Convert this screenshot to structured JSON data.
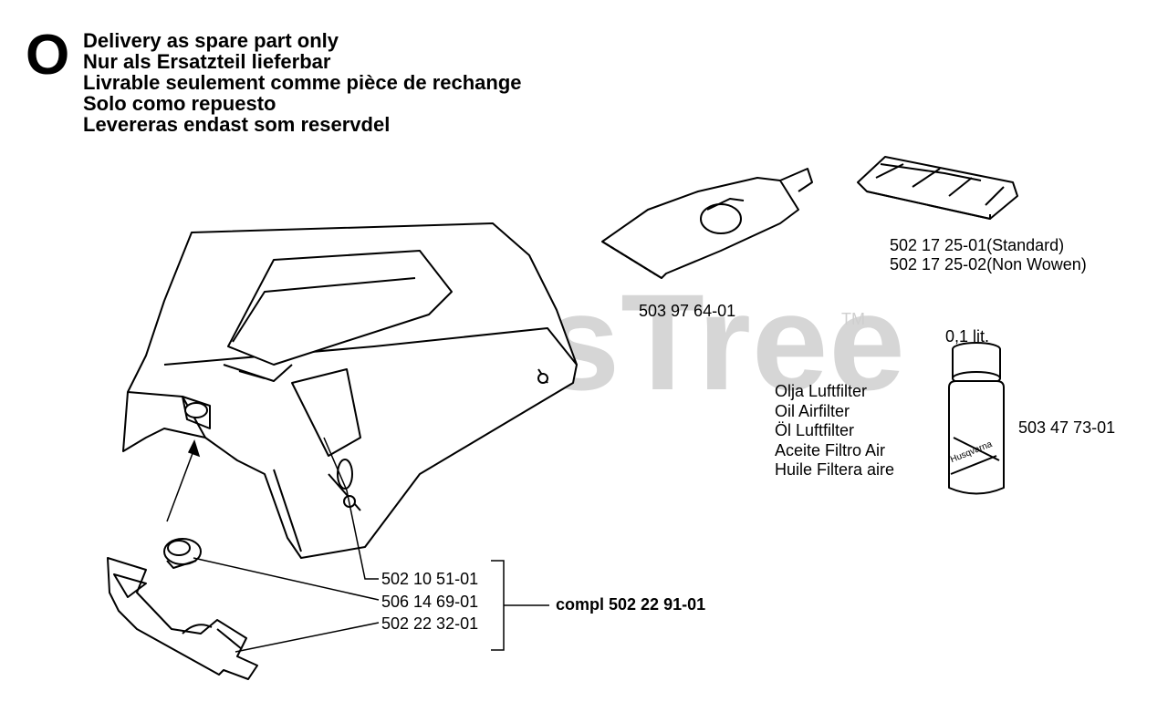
{
  "marker": "O",
  "header_lines": [
    "Delivery as spare part only",
    "Nur als Ersatzteil lieferbar",
    "Livrable seulement comme pièce de rechange",
    "Solo como repuesto",
    "Levereras endast som reservdel"
  ],
  "watermark": {
    "text": "PartsTree",
    "tm": "TM"
  },
  "tube": {
    "part_number": "503 97 64-01"
  },
  "air_filter": {
    "part_numbers": [
      "502 17 25-01(Standard)",
      "502 17 25-02(Non Wowen)"
    ]
  },
  "oil": {
    "volume": "0,1 lit.",
    "labels": [
      "Olja Luftfilter",
      "Oil Airfilter",
      "Öl Luftfilter",
      "Aceite Filtro Air",
      "Huile Filtera aire"
    ],
    "part_number": "503 47 73-01",
    "bottle_brand": "Husqvarna"
  },
  "cover_assembly": {
    "parts": [
      "502 10 51-01",
      "506 14 69-01",
      "502 22 32-01"
    ],
    "complete": "compl 502 22 91-01"
  }
}
